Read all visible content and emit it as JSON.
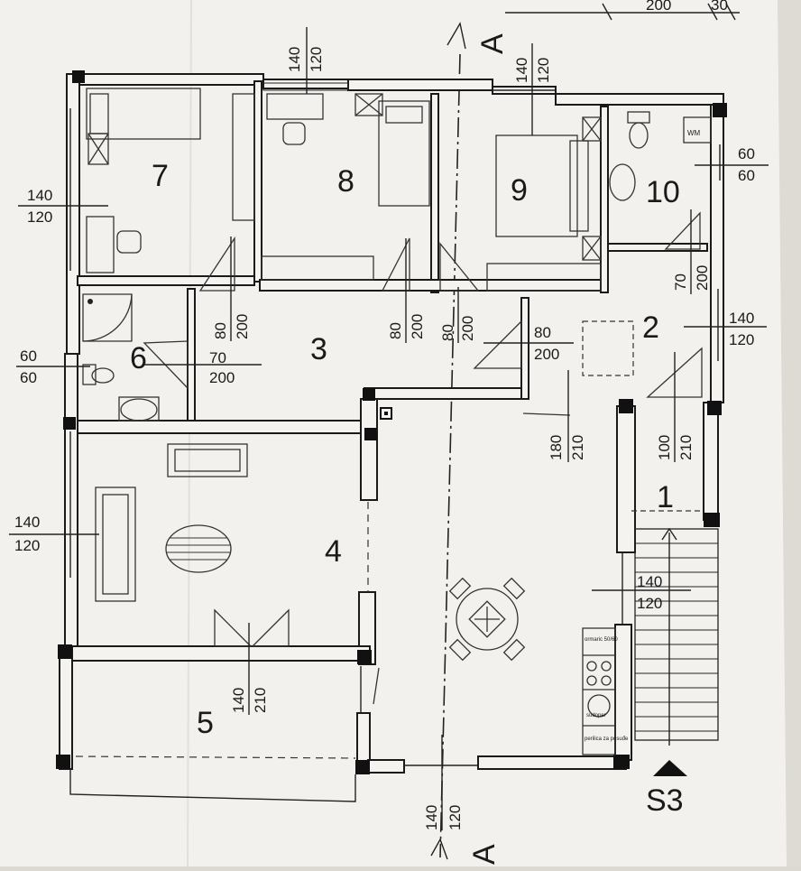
{
  "rooms": [
    "1",
    "2",
    "3",
    "4",
    "5",
    "6",
    "7",
    "8",
    "9",
    "10"
  ],
  "windows": {
    "w7_left": [
      "140",
      "120"
    ],
    "w8_top": [
      "140",
      "120"
    ],
    "w9_top": [
      "140",
      "120"
    ],
    "w10_right": [
      "60",
      "60"
    ],
    "w2_right": [
      "140",
      "120"
    ],
    "w6_left": [
      "60",
      "60"
    ],
    "w4_left": [
      "140",
      "120"
    ],
    "wk_stair": [
      "140",
      "120"
    ],
    "w_bottom": [
      "140",
      "120"
    ]
  },
  "doors": {
    "d7": [
      "80",
      "200"
    ],
    "d8": [
      "80",
      "200"
    ],
    "d9": [
      "80",
      "200"
    ],
    "d2": [
      "80",
      "200"
    ],
    "d6": [
      "70",
      "200"
    ],
    "d10": [
      "70",
      "200"
    ],
    "d_entry": [
      "180",
      "210"
    ],
    "d1": [
      "100",
      "210"
    ],
    "d5": [
      "140",
      "210"
    ]
  },
  "top_dims": [
    "200",
    "30"
  ],
  "section_label": "A",
  "section_mark": "S3",
  "kitchen_labels": [
    "ormaric 50/60",
    "sudoper",
    "perilica za posuđe"
  ]
}
